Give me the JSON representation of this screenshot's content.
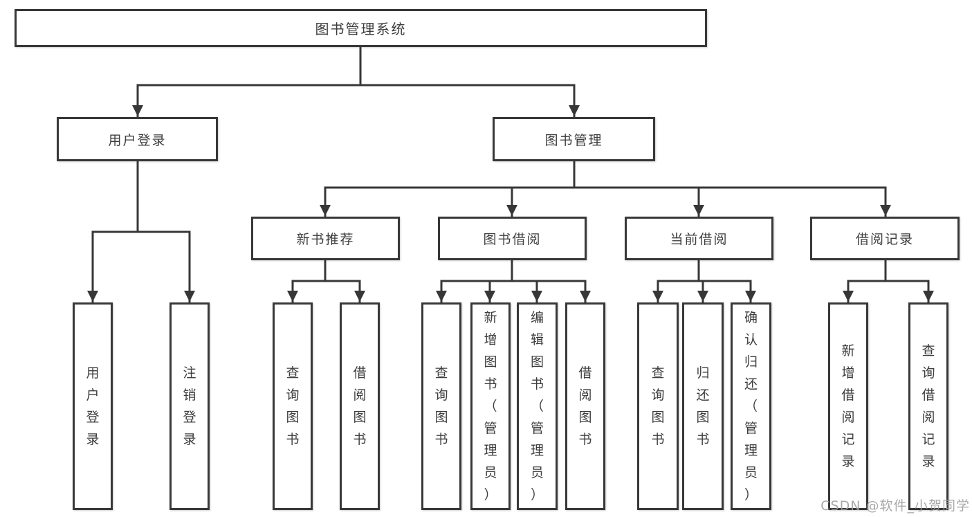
{
  "diagram": {
    "root": {
      "label": "图书管理系统"
    },
    "level2": [
      {
        "label": "用户登录"
      },
      {
        "label": "图书管理"
      }
    ],
    "level3": [
      {
        "label": "新书推荐"
      },
      {
        "label": "图书借阅"
      },
      {
        "label": "当前借阅"
      },
      {
        "label": "借阅记录"
      }
    ],
    "leaves": [
      {
        "label": "用户登录"
      },
      {
        "label": "注销登录"
      },
      {
        "label": "查询图书"
      },
      {
        "label": "借阅图书"
      },
      {
        "label": "查询图书"
      },
      {
        "label": "新增图书（管理员）"
      },
      {
        "label": "编辑图书（管理员）"
      },
      {
        "label": "借阅图书"
      },
      {
        "label": "查询图书"
      },
      {
        "label": "归还图书"
      },
      {
        "label": "确认归还（管理员）"
      },
      {
        "label": "新增借阅记录"
      },
      {
        "label": "查询借阅记录"
      }
    ],
    "colors": {
      "line": "#373737",
      "border": "#383838",
      "text": "#3d3d3d",
      "background": "#ffffff",
      "watermark": "#a0a0a0"
    }
  },
  "watermark": {
    "text": "CSDN @软件_小贺同学"
  }
}
